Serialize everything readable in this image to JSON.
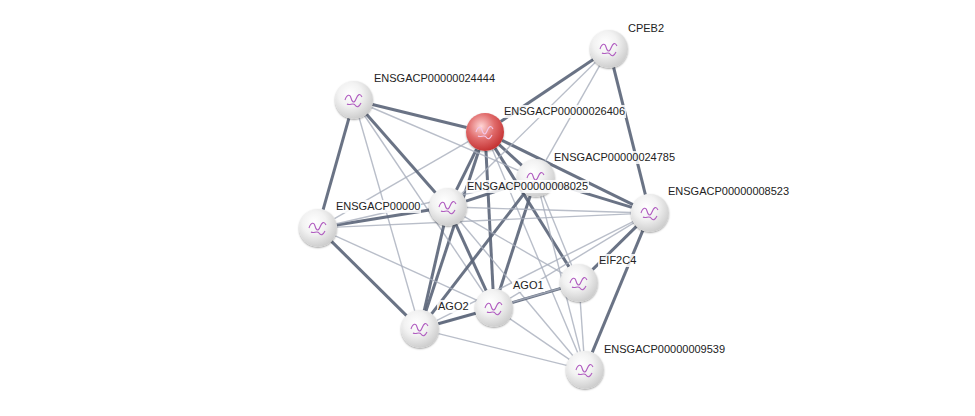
{
  "diagram": {
    "nodes": [
      {
        "text": [
          "ENSGACP00000026406"
        ]
      },
      {
        "text": [
          "CPEB2"
        ]
      },
      {
        "text": [
          "ENSGACP00000024444"
        ]
      },
      {
        "text": [
          "ENSGACP00000024785"
        ]
      },
      {
        "text": [
          "ENSGACP00000008025"
        ]
      },
      {
        "text": [
          "ENSGACP00000008523"
        ]
      },
      {
        "text": [
          "ENSGACP00000"
        ]
      },
      {
        "text": [
          "EIF2C4"
        ]
      },
      {
        "text": [
          "AGO1"
        ]
      },
      {
        "text": [
          "AGO2"
        ]
      },
      {
        "text": [
          "ENSGACP00000009539"
        ]
      }
    ],
    "edges": [
      {
        "from": 0,
        "to": 1,
        "arrow": "none"
      },
      {
        "from": 0,
        "to": 2,
        "arrow": "none"
      },
      {
        "from": 0,
        "to": 3,
        "arrow": "none"
      },
      {
        "from": 0,
        "to": 4,
        "arrow": "none"
      },
      {
        "from": 0,
        "to": 5,
        "arrow": "none"
      },
      {
        "from": 0,
        "to": 6,
        "arrow": "none"
      },
      {
        "from": 0,
        "to": 7,
        "arrow": "none"
      },
      {
        "from": 0,
        "to": 8,
        "arrow": "none"
      },
      {
        "from": 0,
        "to": 9,
        "arrow": "none"
      },
      {
        "from": 0,
        "to": 10,
        "arrow": "none"
      },
      {
        "from": 1,
        "to": 3,
        "arrow": "none"
      },
      {
        "from": 1,
        "to": 4,
        "arrow": "none"
      },
      {
        "from": 1,
        "to": 5,
        "arrow": "none"
      },
      {
        "from": 2,
        "to": 4,
        "arrow": "none"
      },
      {
        "from": 2,
        "to": 6,
        "arrow": "none"
      },
      {
        "from": 2,
        "to": 9,
        "arrow": "none"
      },
      {
        "from": 2,
        "to": 8,
        "arrow": "none"
      },
      {
        "from": 2,
        "to": 3,
        "arrow": "none"
      },
      {
        "from": 3,
        "to": 4,
        "arrow": "none"
      },
      {
        "from": 3,
        "to": 5,
        "arrow": "none"
      },
      {
        "from": 3,
        "to": 7,
        "arrow": "none"
      },
      {
        "from": 3,
        "to": 8,
        "arrow": "none"
      },
      {
        "from": 3,
        "to": 9,
        "arrow": "none"
      },
      {
        "from": 3,
        "to": 10,
        "arrow": "none"
      },
      {
        "from": 4,
        "to": 6,
        "arrow": "none"
      },
      {
        "from": 4,
        "to": 5,
        "arrow": "none"
      },
      {
        "from": 4,
        "to": 7,
        "arrow": "none"
      },
      {
        "from": 4,
        "to": 8,
        "arrow": "none"
      },
      {
        "from": 4,
        "to": 9,
        "arrow": "none"
      },
      {
        "from": 4,
        "to": 10,
        "arrow": "none"
      },
      {
        "from": 5,
        "to": 6,
        "arrow": "none"
      },
      {
        "from": 5,
        "to": 7,
        "arrow": "none"
      },
      {
        "from": 5,
        "to": 8,
        "arrow": "none"
      },
      {
        "from": 5,
        "to": 9,
        "arrow": "none"
      },
      {
        "from": 5,
        "to": 10,
        "arrow": "none"
      },
      {
        "from": 6,
        "to": 9,
        "arrow": "none"
      },
      {
        "from": 6,
        "to": 8,
        "arrow": "none"
      },
      {
        "from": 6,
        "to": 3,
        "arrow": "none"
      },
      {
        "from": 7,
        "to": 8,
        "arrow": "none"
      },
      {
        "from": 7,
        "to": 9,
        "arrow": "none"
      },
      {
        "from": 7,
        "to": 10,
        "arrow": "none"
      },
      {
        "from": 8,
        "to": 9,
        "arrow": "none"
      },
      {
        "from": 8,
        "to": 10,
        "arrow": "none"
      },
      {
        "from": 9,
        "to": 10,
        "arrow": "none"
      }
    ]
  }
}
